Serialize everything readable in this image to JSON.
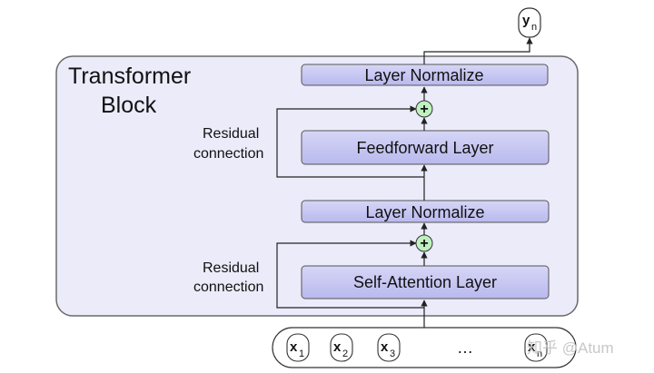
{
  "block": {
    "title_line1": "Transformer",
    "title_line2": "Block"
  },
  "layers": {
    "layer_normalize_top": "Layer Normalize",
    "feedforward": "Feedforward Layer",
    "layer_normalize_bottom": "Layer Normalize",
    "self_attention": "Self-Attention Layer"
  },
  "residual": {
    "upper_line1": "Residual",
    "upper_line2": "connection",
    "lower_line1": "Residual",
    "lower_line2": "connection"
  },
  "add_symbol": "+",
  "output": {
    "var": "y",
    "sub": "n"
  },
  "inputs": {
    "tokens": [
      {
        "var": "x",
        "sub": "1"
      },
      {
        "var": "x",
        "sub": "2"
      },
      {
        "var": "x",
        "sub": "3"
      }
    ],
    "ellipsis": "…",
    "last": {
      "var": "x",
      "sub": "n"
    }
  },
  "watermark": "知乎 @Atum",
  "colors": {
    "block_fill": "#ebebfa",
    "block_stroke": "#6a6a6a",
    "layer_fill": "#c6c6f2",
    "layer_stroke": "#555555",
    "add_fill": "#bff0bf",
    "line": "#222222"
  }
}
